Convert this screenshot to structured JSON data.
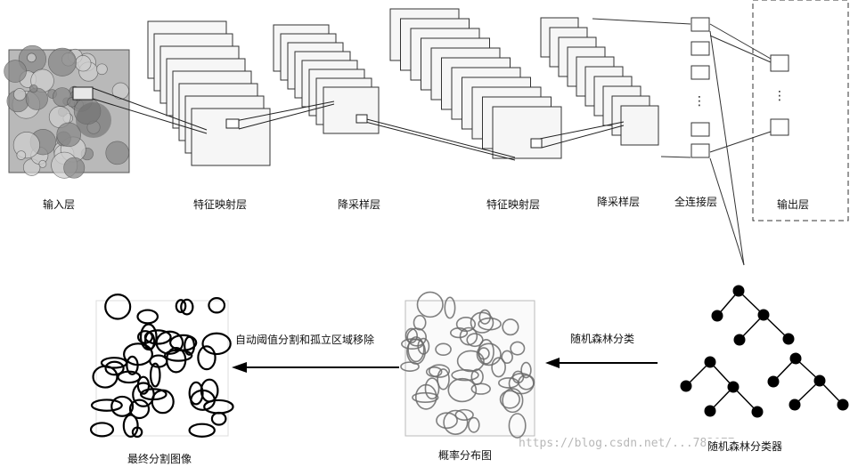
{
  "labels": {
    "input_layer": "输入层",
    "feature_map_1": "特征映射层",
    "downsample_1": "降采样层",
    "feature_map_2": "特征映射层",
    "downsample_2": "降采样层",
    "fully_connected": "全连接层",
    "output_layer": "输出层",
    "random_forest_classification": "随机森林分类",
    "random_forest_classifier": "随机森林分类器",
    "auto_threshold": "自动阈值分割和孤立区域移除",
    "probability_map": "概率分布图",
    "final_segmentation": "最终分割图像"
  },
  "ellipsis": {
    "fc_dots": "⋮",
    "output_dots": "⋮"
  },
  "watermark": "https://blog.csdn.net/...783077",
  "colors": {
    "stroke": "#333333",
    "card_fill": "#f6f6f6",
    "node_fill": "#000000",
    "texture": "#9a9a9a"
  }
}
